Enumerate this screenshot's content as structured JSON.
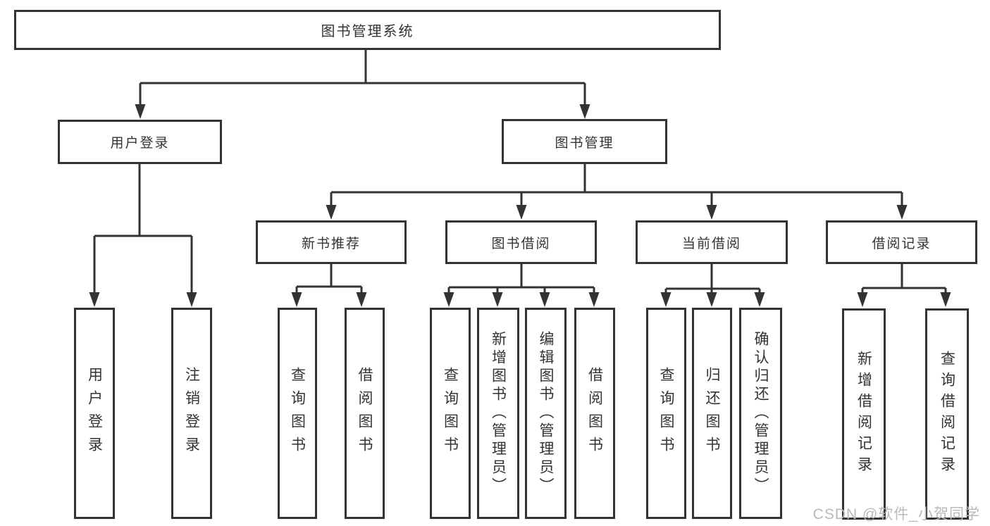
{
  "title": "图书管理系统",
  "tree": {
    "label": "图书管理系统",
    "children": [
      {
        "label": "用户登录",
        "children": [
          {
            "label": "用户登录"
          },
          {
            "label": "注销登录"
          }
        ]
      },
      {
        "label": "图书管理",
        "children": [
          {
            "label": "新书推荐",
            "children": [
              {
                "label": "查询图书"
              },
              {
                "label": "借阅图书"
              }
            ]
          },
          {
            "label": "图书借阅",
            "children": [
              {
                "label": "查询图书"
              },
              {
                "label": "新增图书（管理员）"
              },
              {
                "label": "编辑图书（管理员）"
              },
              {
                "label": "借阅图书"
              }
            ]
          },
          {
            "label": "当前借阅",
            "children": [
              {
                "label": "查询图书"
              },
              {
                "label": "归还图书"
              },
              {
                "label": "确认归还（管理员）"
              }
            ]
          },
          {
            "label": "借阅记录",
            "children": [
              {
                "label": "新增借阅记录"
              },
              {
                "label": "查询借阅记录"
              }
            ]
          }
        ]
      }
    ]
  },
  "watermark": "CSDN @软件_小贺同学",
  "colors": {
    "line": "#333333",
    "text": "#333333",
    "box_background": "#ffffff",
    "watermark": "#b9b9b9",
    "background": "#ffffff"
  }
}
